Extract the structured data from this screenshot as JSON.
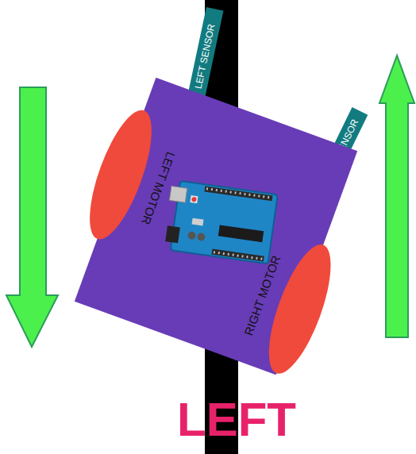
{
  "diagram": {
    "nodes": [
      {
        "text": [
          "LEFT SENSOR"
        ]
      },
      {
        "text": [
          "RIGHT SENSOR"
        ]
      },
      {
        "text": [
          "LEFT MOTOR",
          "RIGHT MOTOR"
        ]
      }
    ],
    "labels": [
      "LEFT"
    ]
  }
}
